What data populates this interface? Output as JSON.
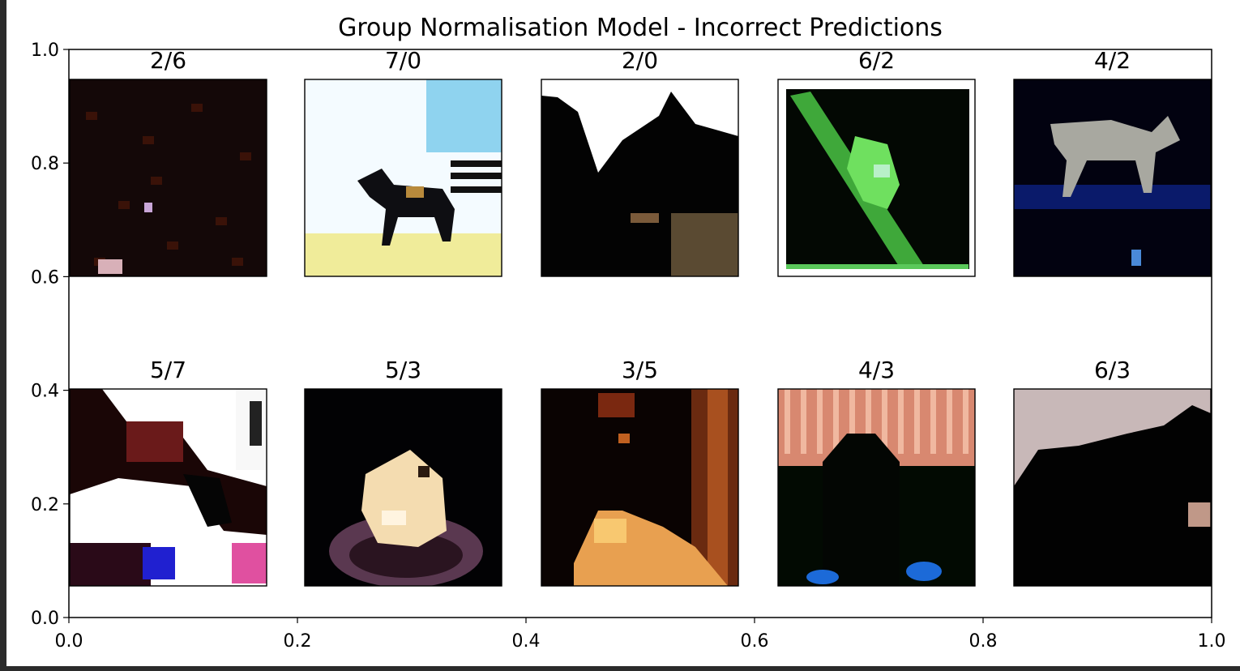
{
  "chart_data": {
    "type": "image-grid",
    "title": "Group Normalisation Model - Incorrect Predictions",
    "xlim": [
      0.0,
      1.0
    ],
    "ylim": [
      0.0,
      1.0
    ],
    "xticks": [
      "0.0",
      "0.2",
      "0.4",
      "0.6",
      "0.8",
      "1.0"
    ],
    "yticks": [
      "0.0",
      "0.2",
      "0.4",
      "0.6",
      "0.8",
      "1.0"
    ],
    "grid": false,
    "panels": [
      {
        "label": "2/6",
        "scene": "dark-noise"
      },
      {
        "label": "7/0",
        "scene": "horse-sky"
      },
      {
        "label": "2/0",
        "scene": "silhouette-hills"
      },
      {
        "label": "6/2",
        "scene": "green-frog"
      },
      {
        "label": "4/2",
        "scene": "deer-night"
      },
      {
        "label": "5/7",
        "scene": "animal-white"
      },
      {
        "label": "5/3",
        "scene": "cat-bowl"
      },
      {
        "label": "3/5",
        "scene": "dog-dark"
      },
      {
        "label": "4/3",
        "scene": "curtain-dark"
      },
      {
        "label": "6/3",
        "scene": "dark-silhouette"
      }
    ]
  }
}
